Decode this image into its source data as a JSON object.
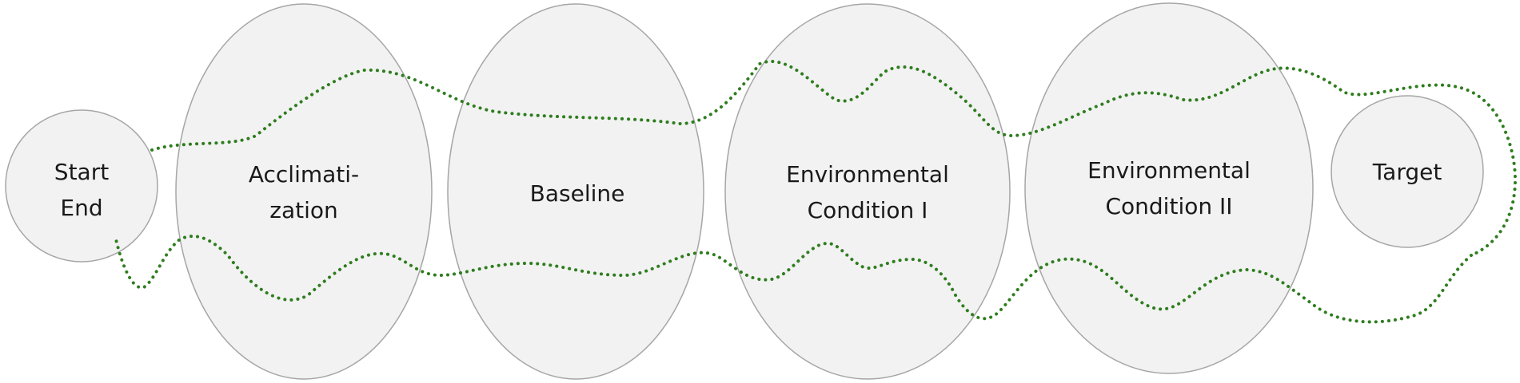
{
  "colors": {
    "node_fill": "#f2f2f2",
    "node_stroke": "#a6a6a6",
    "path": "#2e7d1e",
    "text": "#1a1a1a"
  },
  "nodes": {
    "start_end": {
      "line1": "Start",
      "line2": "End"
    },
    "acclimatization": {
      "line1": "Acclimati-",
      "line2": "zation"
    },
    "baseline": {
      "line1": "Baseline"
    },
    "env_condition_1": {
      "line1": "Environmental",
      "line2": "Condition I"
    },
    "env_condition_2": {
      "line1": "Environmental",
      "line2": "Condition II"
    },
    "target": {
      "line1": "Target"
    }
  }
}
